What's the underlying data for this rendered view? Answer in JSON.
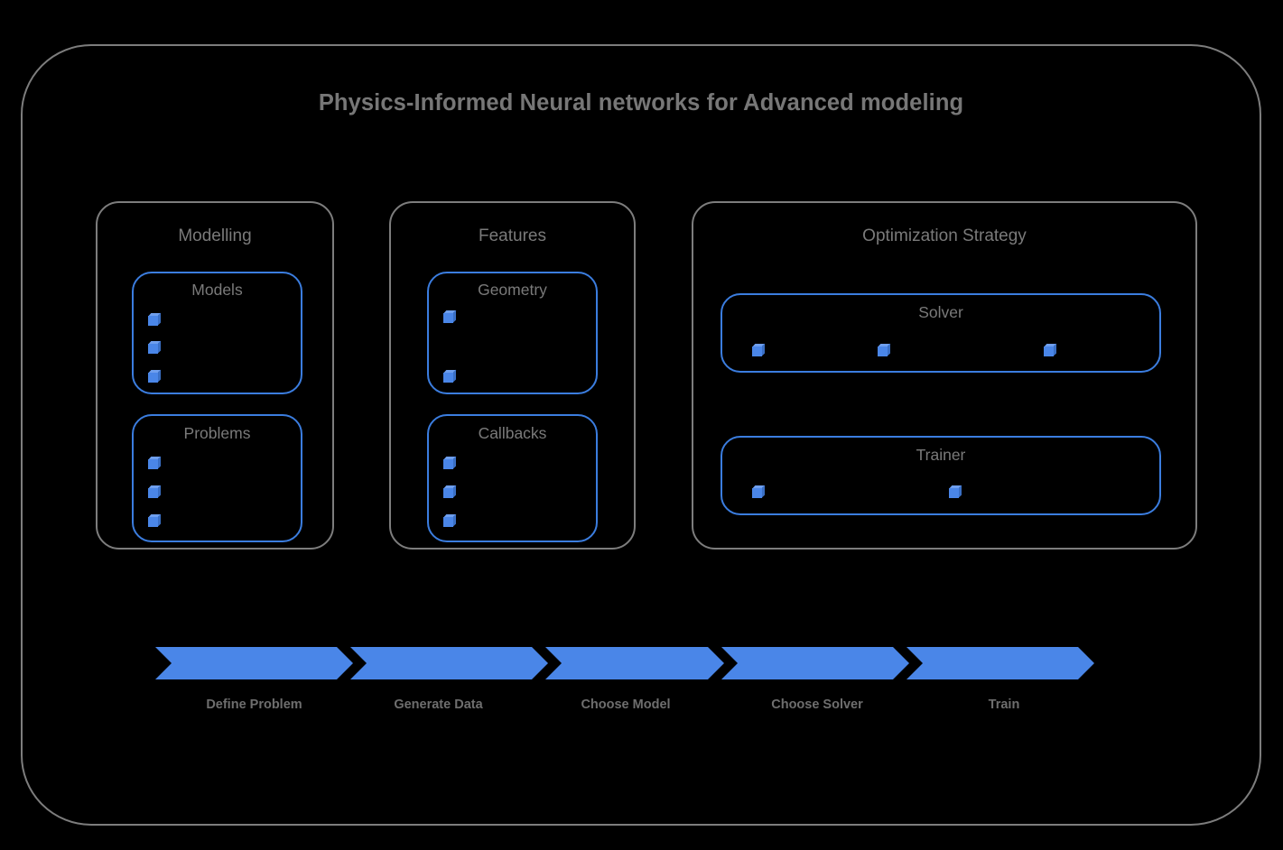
{
  "diagram": {
    "title": "Physics-Informed Neural networks for Advanced modeling",
    "background_color": "#000000",
    "frame_color": "#7d7d7d",
    "accent_color": "#4a86e8",
    "blue_border_color": "#3b7ddf",
    "text_color": "#7a7a7a"
  },
  "groups": [
    {
      "title": "Modelling",
      "boxes": [
        {
          "title": "Models",
          "bullet_count": 3,
          "bullet_layout": "vertical"
        },
        {
          "title": "Problems",
          "bullet_count": 3,
          "bullet_layout": "vertical"
        }
      ]
    },
    {
      "title": "Features",
      "boxes": [
        {
          "title": "Geometry",
          "bullet_count": 2,
          "bullet_layout": "vertical"
        },
        {
          "title": "Callbacks",
          "bullet_count": 3,
          "bullet_layout": "vertical"
        }
      ]
    },
    {
      "title": "Optimization Strategy",
      "boxes": [
        {
          "title": "Solver",
          "bullet_count": 3,
          "bullet_layout": "horizontal"
        },
        {
          "title": "Trainer",
          "bullet_count": 2,
          "bullet_layout": "horizontal"
        }
      ]
    }
  ],
  "process_flow": {
    "steps": [
      {
        "label": "Define Problem"
      },
      {
        "label": "Generate Data"
      },
      {
        "label": "Choose Model"
      },
      {
        "label": "Choose Solver"
      },
      {
        "label": "Train"
      }
    ]
  }
}
